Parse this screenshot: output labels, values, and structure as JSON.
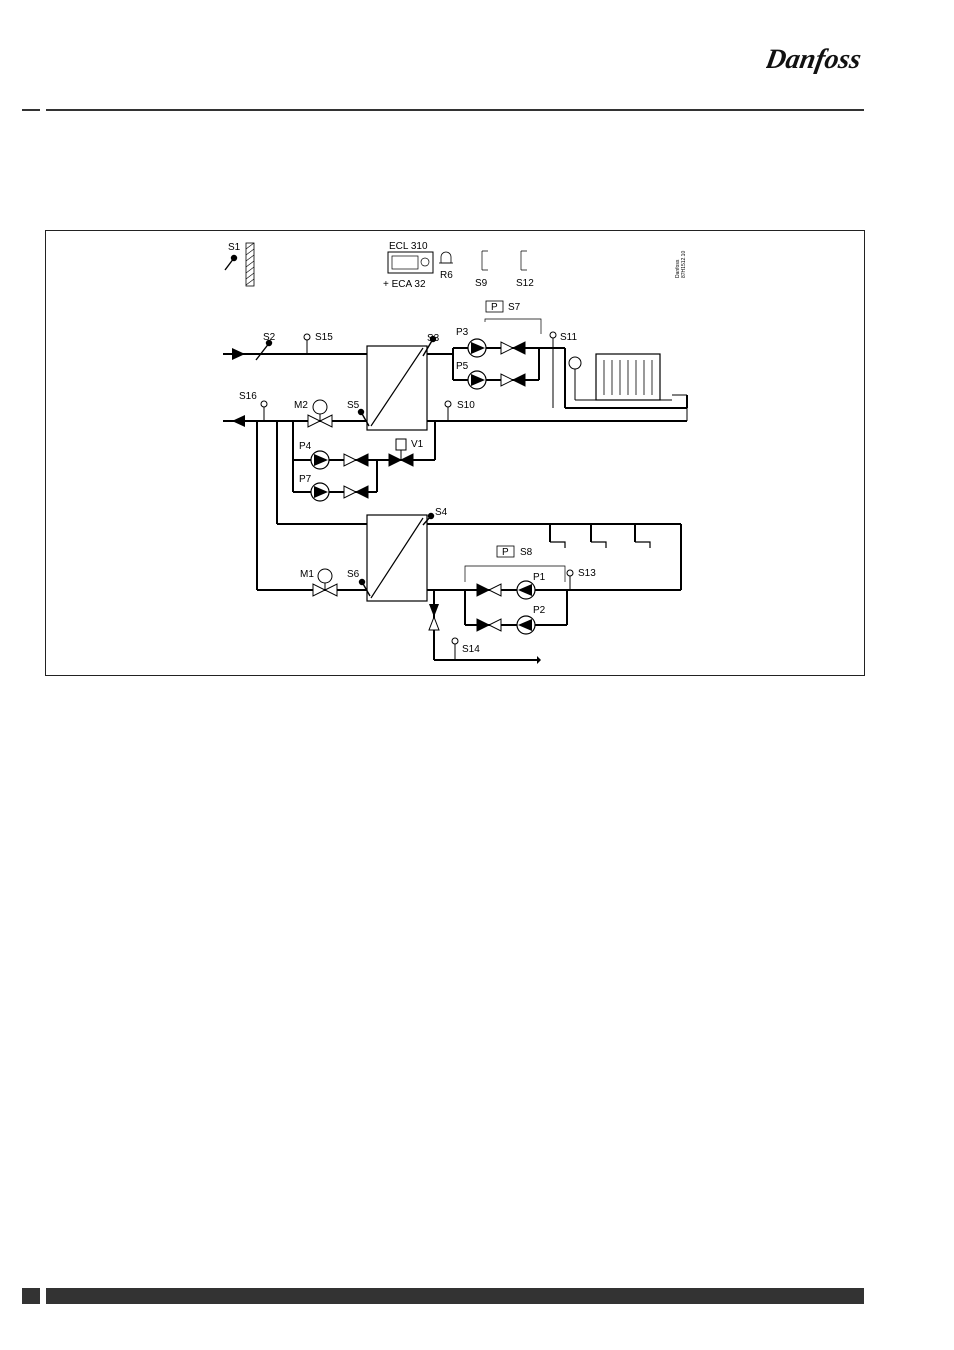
{
  "brand": {
    "name": "Danfoss",
    "color": "#c8102e"
  },
  "diagram": {
    "labels": {
      "s1": "S1",
      "s2": "S2",
      "s3": "S3",
      "s4": "S4",
      "s5": "S5",
      "s6": "S6",
      "s7": "S7",
      "s8": "S8",
      "s9": "S9",
      "s10": "S10",
      "s11": "S11",
      "s12": "S12",
      "s13": "S13",
      "s14": "S14",
      "s15": "S15",
      "s16": "S16",
      "p1": "P1",
      "p2": "P2",
      "p3": "P3",
      "p4": "P4",
      "p5": "P5",
      "p7": "P7",
      "m1": "M1",
      "m2": "M2",
      "v1": "V1",
      "r6": "R6",
      "controller": "ECL 310",
      "module": "+ ECA 32",
      "dp": "P",
      "ref_line1": "Danfoss",
      "ref_line2": "87H1512.10"
    }
  }
}
